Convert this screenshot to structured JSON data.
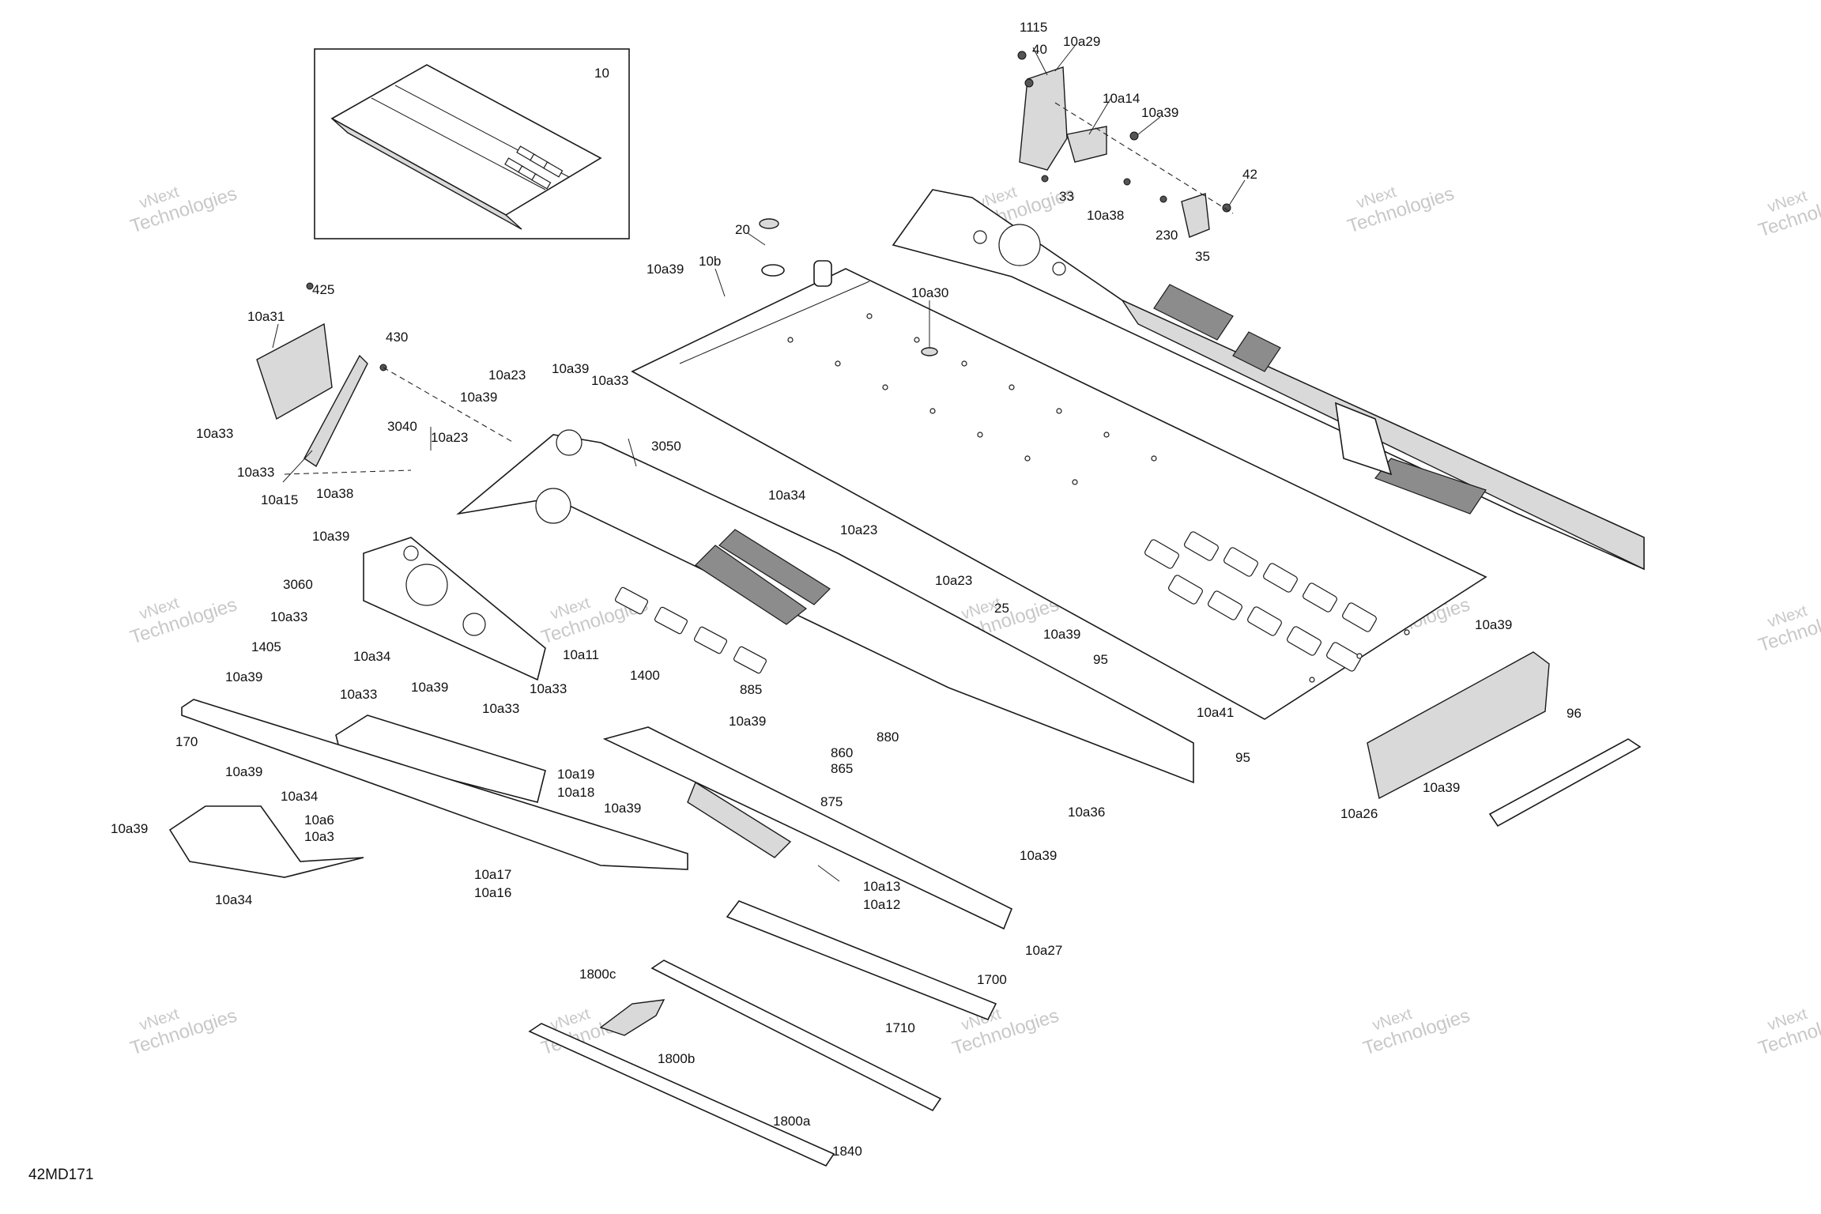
{
  "diagram_code": "42MD171",
  "watermark": {
    "line1": "vNext",
    "line2": "Technologies",
    "line3": "vNext Technologies"
  },
  "labels": [
    {
      "id": "l10",
      "text": "10"
    },
    {
      "id": "l1115",
      "text": "1115"
    },
    {
      "id": "l40",
      "text": "40"
    },
    {
      "id": "l10a29",
      "text": "10a29"
    },
    {
      "id": "l10a14",
      "text": "10a14"
    },
    {
      "id": "l10a39a",
      "text": "10a39"
    },
    {
      "id": "l33",
      "text": "33"
    },
    {
      "id": "l10a38",
      "text": "10a38"
    },
    {
      "id": "l42",
      "text": "42"
    },
    {
      "id": "l230",
      "text": "230"
    },
    {
      "id": "l35",
      "text": "35"
    },
    {
      "id": "l20",
      "text": "20"
    },
    {
      "id": "l10b",
      "text": "10b"
    },
    {
      "id": "l10a39b",
      "text": "10a39"
    },
    {
      "id": "l10a30",
      "text": "10a30"
    },
    {
      "id": "l425",
      "text": "425"
    },
    {
      "id": "l10a31",
      "text": "10a31"
    },
    {
      "id": "l430",
      "text": "430"
    },
    {
      "id": "l10a23a",
      "text": "10a23"
    },
    {
      "id": "l10a39c",
      "text": "10a39"
    },
    {
      "id": "l10a33a",
      "text": "10a33"
    },
    {
      "id": "l10a39d",
      "text": "10a39"
    },
    {
      "id": "l3040",
      "text": "3040"
    },
    {
      "id": "l10a23b",
      "text": "10a23"
    },
    {
      "id": "l3050",
      "text": "3050"
    },
    {
      "id": "l10a33b",
      "text": "10a33"
    },
    {
      "id": "l10a33c",
      "text": "10a33"
    },
    {
      "id": "l10a15",
      "text": "10a15"
    },
    {
      "id": "l10a38b",
      "text": "10a38"
    },
    {
      "id": "l10a34a",
      "text": "10a34"
    },
    {
      "id": "l10a23c",
      "text": "10a23"
    },
    {
      "id": "l10a39e",
      "text": "10a39"
    },
    {
      "id": "l3060",
      "text": "3060"
    },
    {
      "id": "l10a33d",
      "text": "10a33"
    },
    {
      "id": "l1405",
      "text": "1405"
    },
    {
      "id": "l10a34b",
      "text": "10a34"
    },
    {
      "id": "l10a11",
      "text": "10a11"
    },
    {
      "id": "l10a23d",
      "text": "10a23"
    },
    {
      "id": "l25",
      "text": "25"
    },
    {
      "id": "l10a39f",
      "text": "10a39"
    },
    {
      "id": "l1400",
      "text": "1400"
    },
    {
      "id": "l95a",
      "text": "95"
    },
    {
      "id": "l10a39g",
      "text": "10a39"
    },
    {
      "id": "l10a33e",
      "text": "10a33"
    },
    {
      "id": "l10a39h",
      "text": "10a39"
    },
    {
      "id": "l10a33f",
      "text": "10a33"
    },
    {
      "id": "l10a33g",
      "text": "10a33"
    },
    {
      "id": "l885",
      "text": "885"
    },
    {
      "id": "l10a39i",
      "text": "10a39"
    },
    {
      "id": "l880",
      "text": "880"
    },
    {
      "id": "l860",
      "text": "860"
    },
    {
      "id": "l865",
      "text": "865"
    },
    {
      "id": "l10a41",
      "text": "10a41"
    },
    {
      "id": "l95b",
      "text": "95"
    },
    {
      "id": "l10a39j",
      "text": "10a39"
    },
    {
      "id": "l96",
      "text": "96"
    },
    {
      "id": "l170",
      "text": "170"
    },
    {
      "id": "l10a39k",
      "text": "10a39"
    },
    {
      "id": "l10a19",
      "text": "10a19"
    },
    {
      "id": "l10a18",
      "text": "10a18"
    },
    {
      "id": "l10a34c",
      "text": "10a34"
    },
    {
      "id": "l875",
      "text": "875"
    },
    {
      "id": "l10a6",
      "text": "10a6"
    },
    {
      "id": "l10a3",
      "text": "10a3"
    },
    {
      "id": "l10a39l",
      "text": "10a39"
    },
    {
      "id": "l10a39m",
      "text": "10a39"
    },
    {
      "id": "l10a36",
      "text": "10a36"
    },
    {
      "id": "l10a26",
      "text": "10a26"
    },
    {
      "id": "l10a39n",
      "text": "10a39"
    },
    {
      "id": "l10a34d",
      "text": "10a34"
    },
    {
      "id": "l10a17",
      "text": "10a17"
    },
    {
      "id": "l10a16",
      "text": "10a16"
    },
    {
      "id": "l10a39o",
      "text": "10a39"
    },
    {
      "id": "l10a13",
      "text": "10a13"
    },
    {
      "id": "l10a12",
      "text": "10a12"
    },
    {
      "id": "l10a27",
      "text": "10a27"
    },
    {
      "id": "l1800c",
      "text": "1800c"
    },
    {
      "id": "l1700",
      "text": "1700"
    },
    {
      "id": "l1710",
      "text": "1710"
    },
    {
      "id": "l1800b",
      "text": "1800b"
    },
    {
      "id": "l1800a",
      "text": "1800a"
    },
    {
      "id": "l1840",
      "text": "1840"
    }
  ]
}
